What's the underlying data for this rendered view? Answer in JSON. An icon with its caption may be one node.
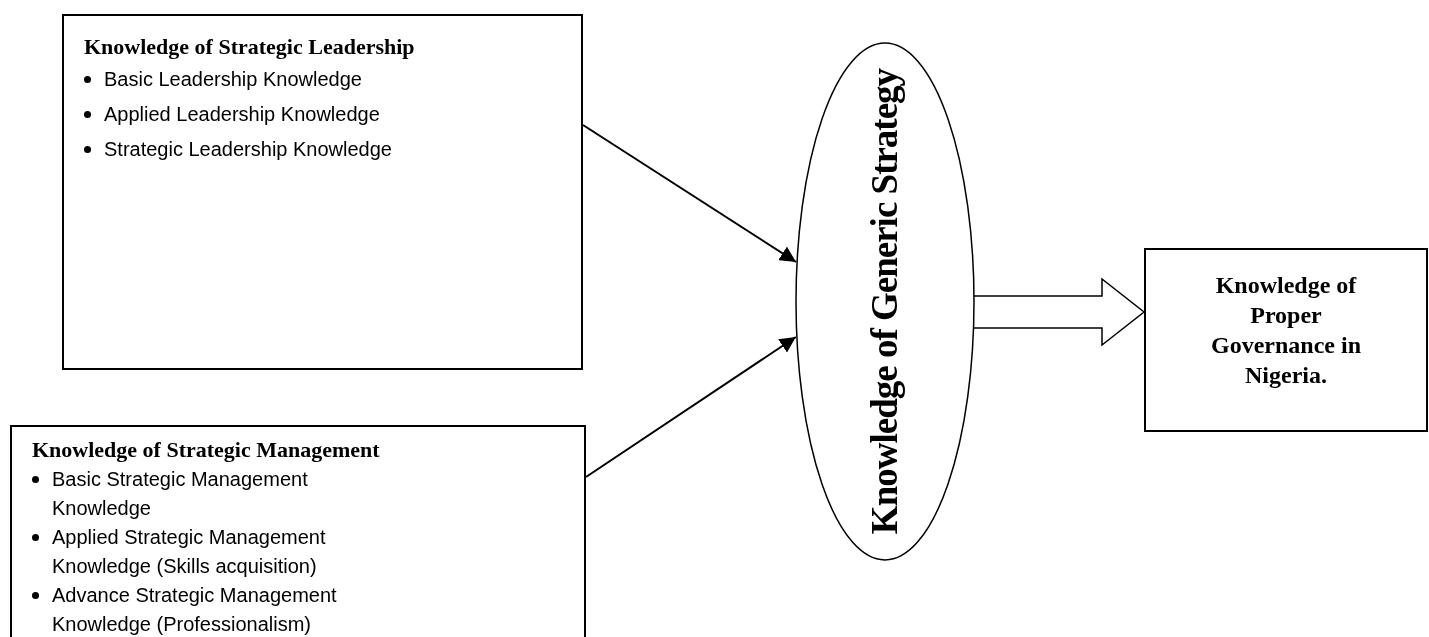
{
  "diagram": {
    "nodes": [
      {
        "text": [
          "Knowledge of Strategic Leadership",
          "Basic Leadership Knowledge",
          "Applied Leadership Knowledge",
          "Strategic Leadership Knowledge"
        ]
      },
      {
        "text": [
          "Knowledge of Strategic Management",
          "Basic Strategic Management Knowledge",
          "Applied Strategic Management Knowledge (Skills acquisition)",
          "Advance Strategic Management Knowledge (Professionalism)"
        ]
      },
      {
        "text": [
          "Knowledge of Generic Strategy"
        ]
      },
      {
        "text": [
          "Knowledge of Proper Governance in Nigeria."
        ]
      }
    ],
    "edges": [
      {
        "from": 0,
        "to": 2,
        "arrow": "to"
      },
      {
        "from": 1,
        "to": 2,
        "arrow": "to"
      },
      {
        "from": 2,
        "to": 3,
        "arrow": "to",
        "style": "thick"
      }
    ]
  }
}
